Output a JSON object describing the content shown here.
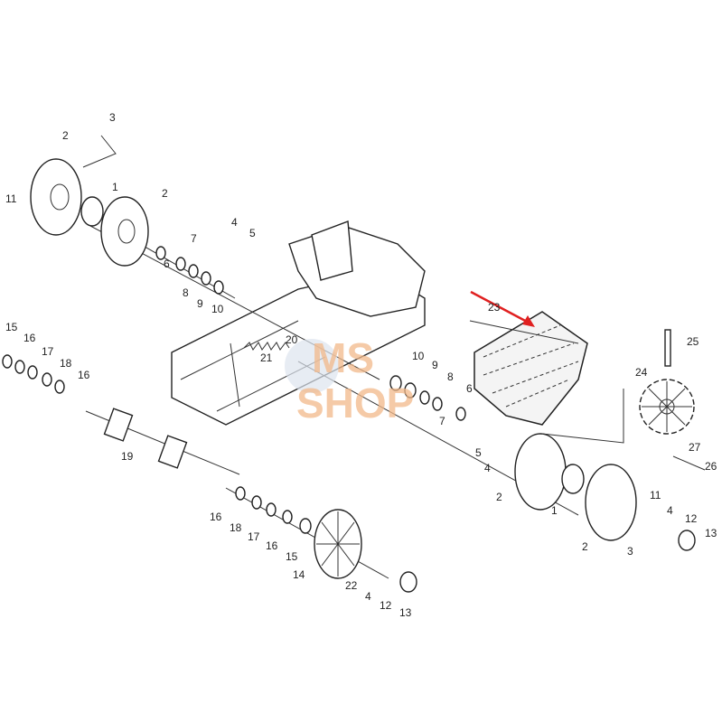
{
  "diagram": {
    "title": "Snowmobile rear suspension / track exploded parts diagram",
    "watermark": [
      "MS",
      "SHOP"
    ],
    "highlight_color": "#e02020",
    "highlighted_part": "23",
    "callouts": [
      "3",
      "2",
      "11",
      "1",
      "2",
      "4",
      "5",
      "7",
      "6",
      "8",
      "9",
      "10",
      "15",
      "16",
      "17",
      "18",
      "16",
      "20",
      "21",
      "19",
      "10",
      "9",
      "8",
      "6",
      "7",
      "23",
      "25",
      "24",
      "27",
      "26",
      "5",
      "4",
      "2",
      "1",
      "2",
      "3",
      "11",
      "4",
      "12",
      "13",
      "16",
      "18",
      "17",
      "16",
      "15",
      "14",
      "22",
      "4",
      "12",
      "13"
    ]
  }
}
